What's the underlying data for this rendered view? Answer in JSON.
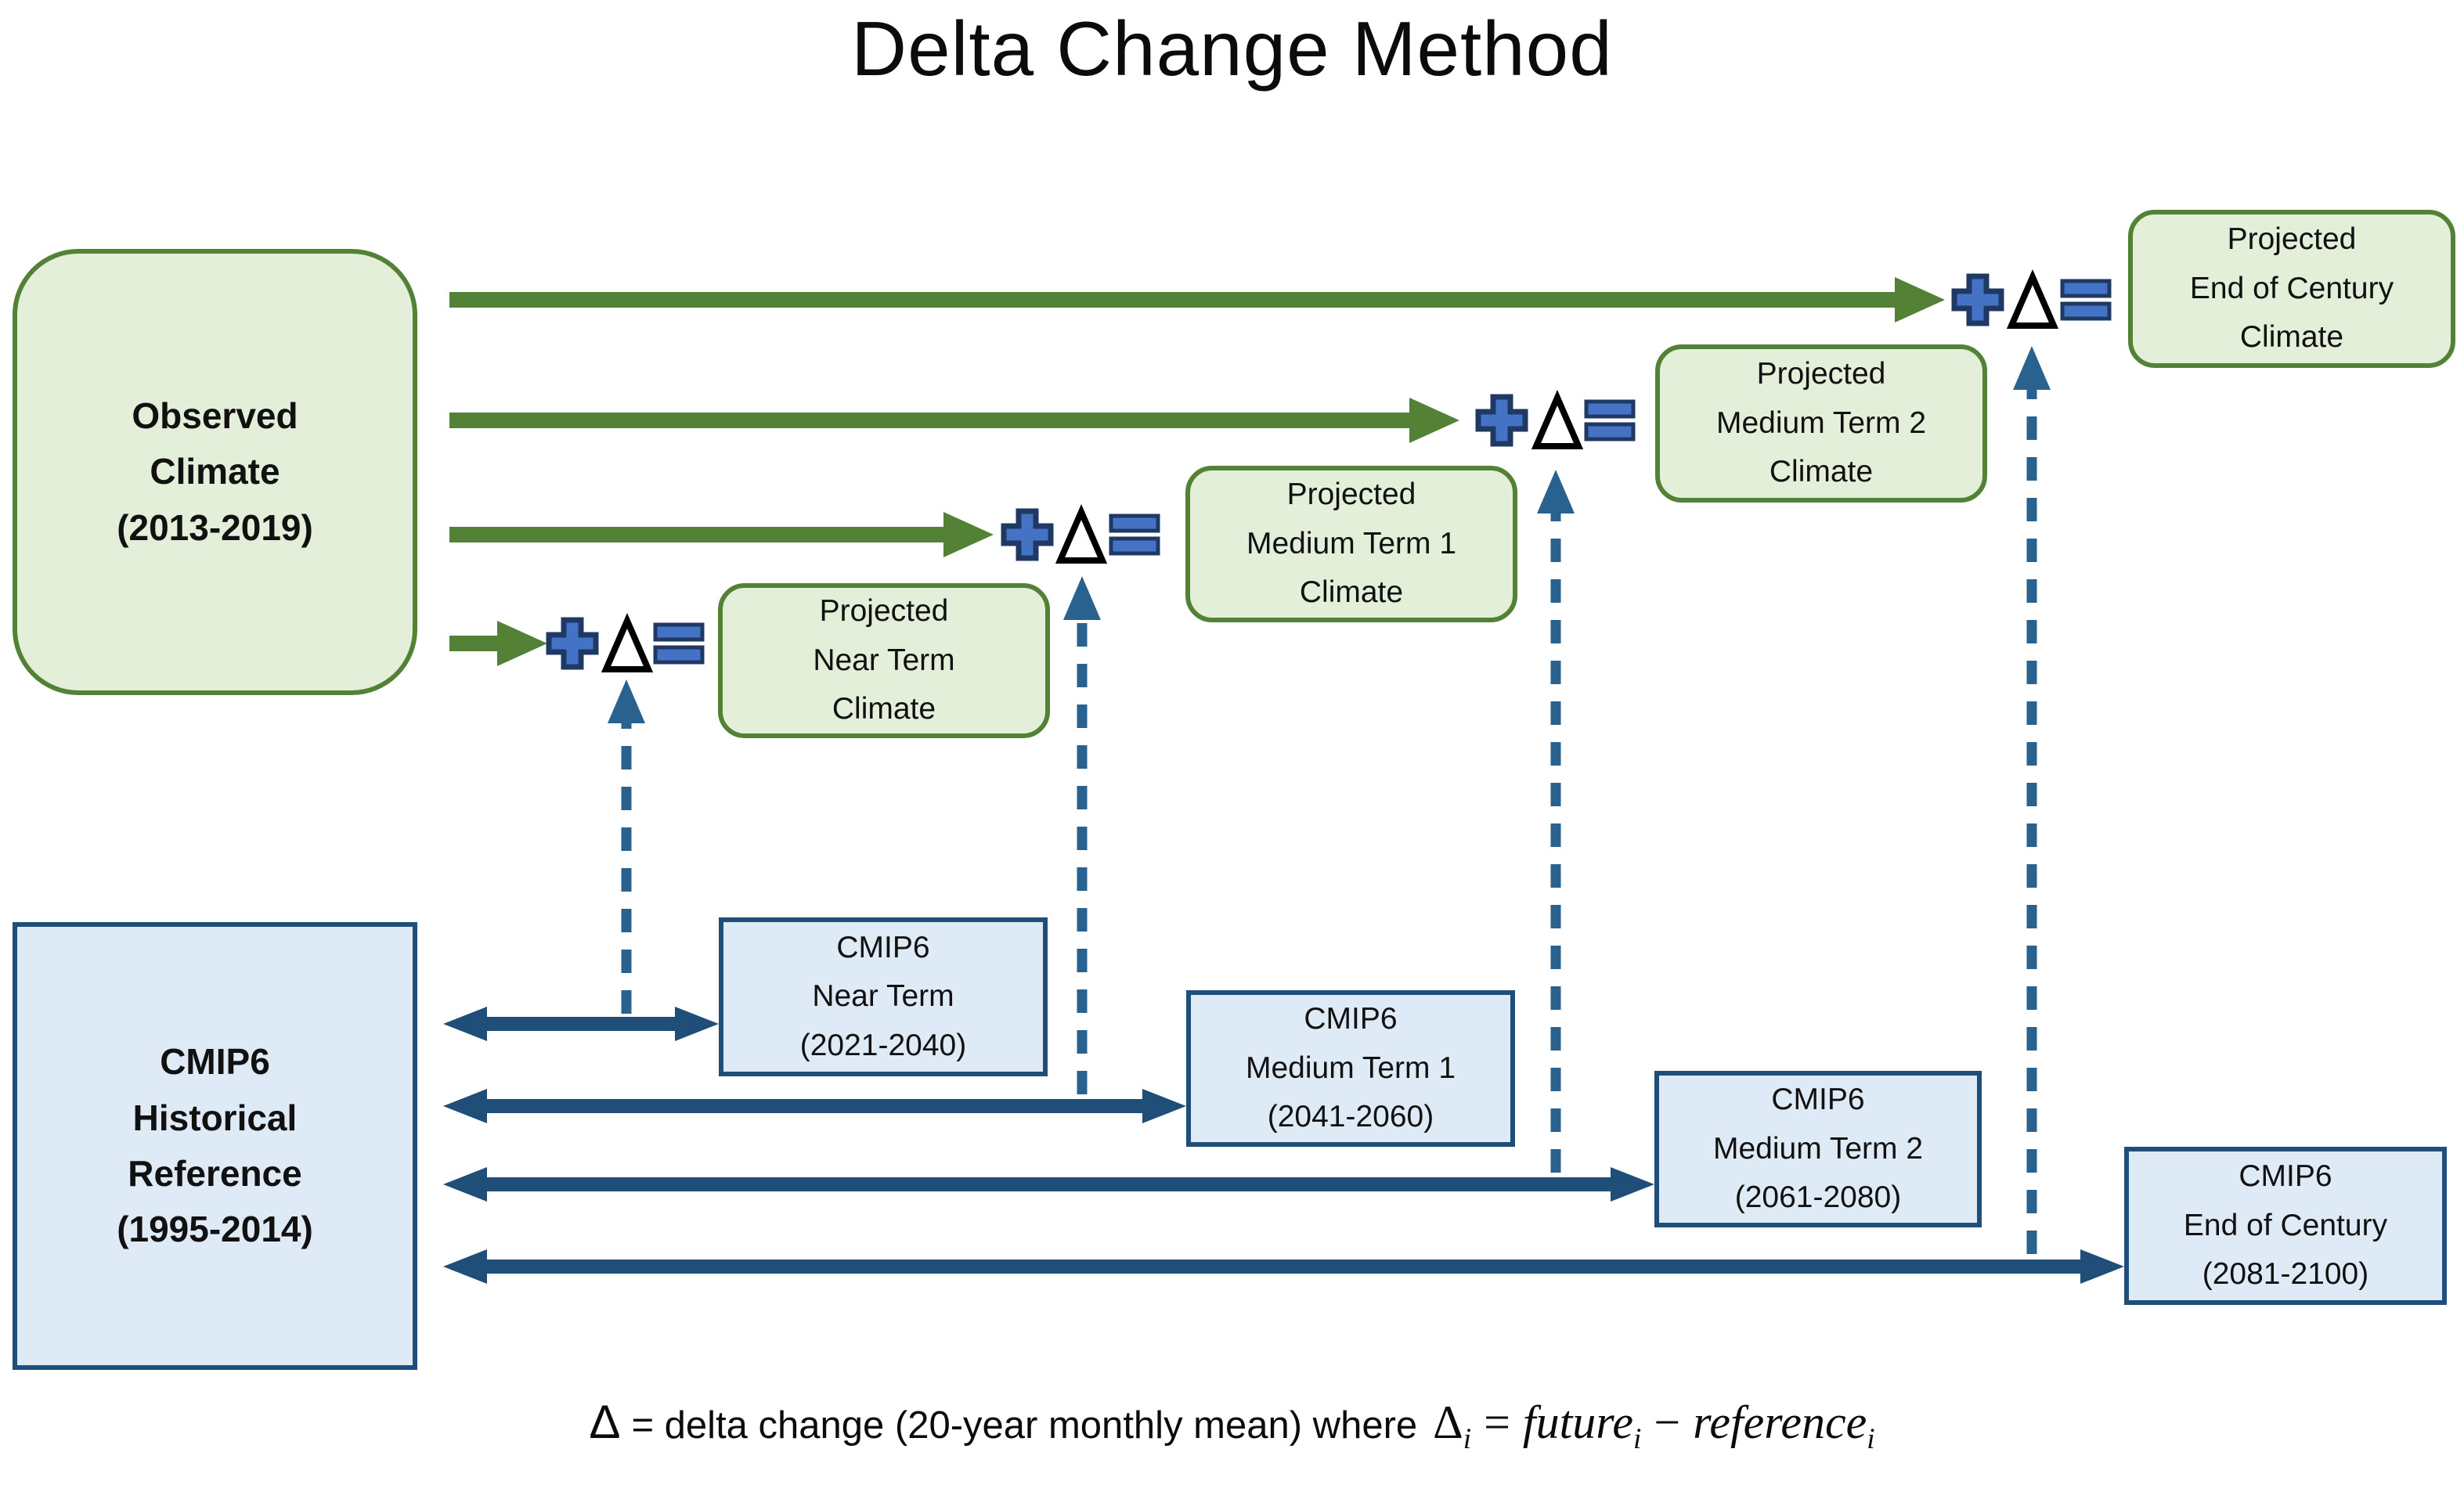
{
  "title": "Delta Change Method",
  "colors": {
    "green_accent": "#538135",
    "green_fill": "#E3EFD9",
    "blue_dark": "#1F4E79",
    "blue_fill": "#DEEAF5",
    "plus_equals_fill": "#4472C4",
    "plus_equals_border": "#1F3864",
    "dashed_arrow": "#2A628F",
    "delta_outline": "#000000"
  },
  "boxes": {
    "observed": {
      "lines": [
        "Observed",
        "Climate",
        "(2013-2019)"
      ]
    },
    "historical": {
      "lines": [
        "CMIP6",
        "Historical",
        "Reference",
        "(1995-2014)"
      ]
    },
    "proj_near": {
      "lines": [
        "Projected",
        "Near Term",
        "Climate"
      ]
    },
    "proj_mt1": {
      "lines": [
        "Projected",
        "Medium Term 1",
        "Climate"
      ]
    },
    "proj_mt2": {
      "lines": [
        "Projected",
        "Medium Term 2",
        "Climate"
      ]
    },
    "proj_eoc": {
      "lines": [
        "Projected",
        "End of Century",
        "Climate"
      ]
    },
    "cmip_near": {
      "lines": [
        "CMIP6",
        "Near Term",
        "(2021-2040)"
      ]
    },
    "cmip_mt1": {
      "lines": [
        "CMIP6",
        "Medium Term 1",
        "(2041-2060)"
      ]
    },
    "cmip_mt2": {
      "lines": [
        "CMIP6",
        "Medium Term 2",
        "(2061-2080)"
      ]
    },
    "cmip_eoc": {
      "lines": [
        "CMIP6",
        "End of Century",
        "(2081-2100)"
      ]
    }
  },
  "symbols": {
    "plus": "+",
    "delta": "Δ",
    "equals": "="
  },
  "formula": {
    "delta": "Δ",
    "text": "= delta change (20-year monthly mean) where",
    "math_delta": "Δ",
    "sub_i_1": "i",
    "equals": "=",
    "future": "future",
    "sub_i_2": "i",
    "minus": "−",
    "reference": "reference",
    "sub_i_3": "i"
  }
}
